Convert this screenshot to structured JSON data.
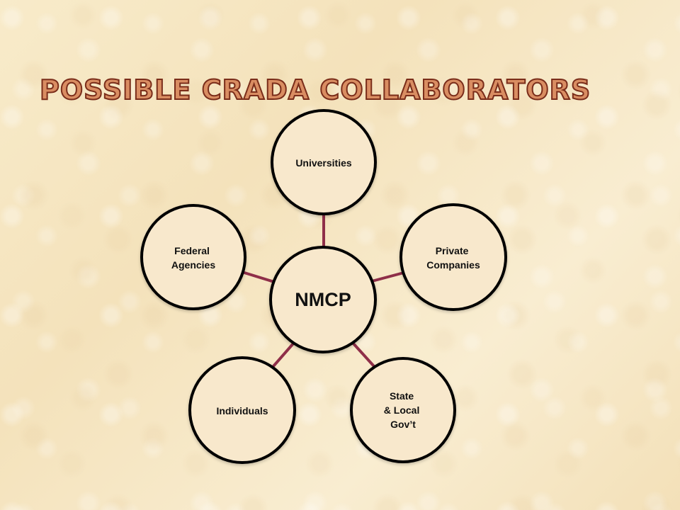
{
  "slide": {
    "title": "POSSIBLE CRADA COLLABORATORS"
  },
  "diagram": {
    "center": {
      "label": "NMCP"
    },
    "nodes": [
      {
        "lines": [
          "Universities"
        ]
      },
      {
        "lines": [
          "Private",
          "Companies"
        ]
      },
      {
        "lines": [
          "State",
          "& Local",
          "Gov’t"
        ]
      },
      {
        "lines": [
          "Individuals"
        ]
      },
      {
        "lines": [
          "Federal",
          "Agencies"
        ]
      }
    ]
  },
  "colors": {
    "background": "#f7e9c6",
    "title_fill": "#d98d62",
    "title_outline": "#7a2d1a",
    "circle_fill": "#f8e8cc",
    "circle_stroke": "#000000",
    "connector": "#8f2f49"
  }
}
